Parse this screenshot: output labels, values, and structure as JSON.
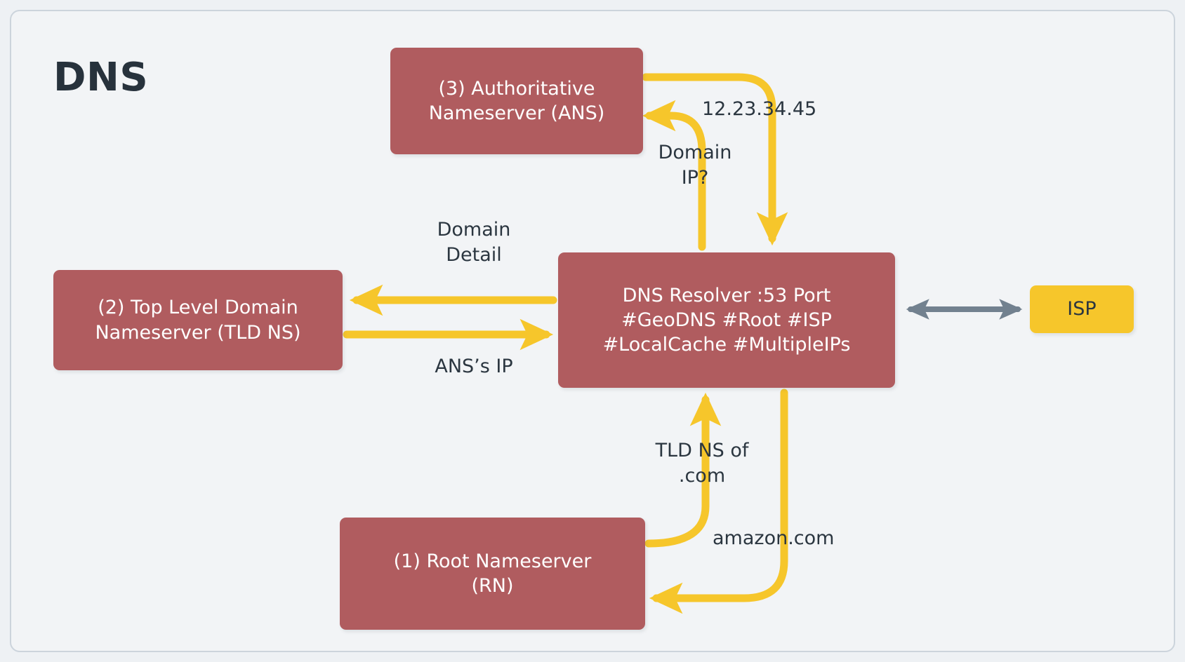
{
  "diagram": {
    "title": "DNS",
    "type": "flow-diagram",
    "background_color": "#f2f4f6",
    "frame_border_color": "#ccd4dc",
    "colors": {
      "server_box": "#b05c5f",
      "server_box_text": "#ffffff",
      "isp_box": "#f6c62b",
      "isp_box_text": "#2b3640",
      "dns_arrow": "#f6c62b",
      "isp_arrow": "#72818f",
      "title_text": "#27323c",
      "label_text": "#2b3640"
    }
  },
  "nodes": [
    {
      "id": "ans",
      "name": "authoritative-nameserver",
      "label": "(3) Authoritative\nNameserver (ANS)",
      "style": "server"
    },
    {
      "id": "tld",
      "name": "top-level-domain-nameserver",
      "label": "(2) Top Level Domain\nNameserver (TLD NS)",
      "style": "server"
    },
    {
      "id": "resolver",
      "name": "dns-resolver",
      "label": "DNS Resolver :53 Port\n#GeoDNS #Root #ISP\n#LocalCache #MultipleIPs",
      "style": "server"
    },
    {
      "id": "root",
      "name": "root-nameserver",
      "label": "(1) Root Nameserver\n(RN)",
      "style": "server"
    },
    {
      "id": "isp",
      "name": "isp",
      "label": "ISP",
      "style": "isp"
    }
  ],
  "edges": [
    {
      "id": "resolver-to-ans",
      "from": "resolver",
      "to": "ans",
      "label": "Domain\nIP?",
      "color": "#f6c62b",
      "direction": "one-way"
    },
    {
      "id": "ans-to-resolver",
      "from": "ans",
      "to": "resolver",
      "label": "12.23.34.45",
      "color": "#f6c62b",
      "direction": "one-way"
    },
    {
      "id": "resolver-to-tld",
      "from": "resolver",
      "to": "tld",
      "label": "Domain\nDetail",
      "color": "#f6c62b",
      "direction": "one-way"
    },
    {
      "id": "tld-to-resolver",
      "from": "tld",
      "to": "resolver",
      "label": "ANS’s IP",
      "color": "#f6c62b",
      "direction": "one-way"
    },
    {
      "id": "root-to-resolver",
      "from": "root",
      "to": "resolver",
      "label": "TLD NS of\n.com",
      "color": "#f6c62b",
      "direction": "one-way"
    },
    {
      "id": "resolver-to-root",
      "from": "resolver",
      "to": "root",
      "label": "amazon.com",
      "color": "#f6c62b",
      "direction": "one-way"
    },
    {
      "id": "resolver-isp",
      "from": "resolver",
      "to": "isp",
      "label": "",
      "color": "#72818f",
      "direction": "two-way"
    }
  ],
  "labels": {
    "domain_ip": "Domain\nIP?",
    "ip_answer": "12.23.34.45",
    "domain_detail": "Domain\nDetail",
    "ans_ip": "ANS’s IP",
    "tld_of_com": "TLD NS of\n.com",
    "amazon": "amazon.com"
  }
}
